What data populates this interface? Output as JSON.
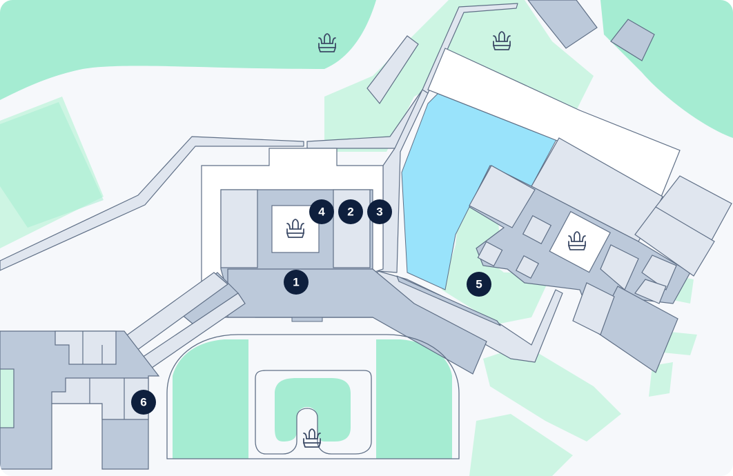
{
  "colors": {
    "background": "#f6f8fb",
    "green": "#a5ecd2",
    "green_light": "#cdf5e3",
    "water": "#99e3fb",
    "building": "#bcc9da",
    "building_light": "#e0e6ef",
    "outline": "#5f6f86",
    "marker": "#0e1f3d"
  },
  "icons": {
    "fountain": "fountain-icon"
  },
  "markers": [
    {
      "id": "1",
      "label": "1"
    },
    {
      "id": "2",
      "label": "2"
    },
    {
      "id": "3",
      "label": "3"
    },
    {
      "id": "4",
      "label": "4"
    },
    {
      "id": "5",
      "label": "5"
    },
    {
      "id": "6",
      "label": "6"
    }
  ]
}
